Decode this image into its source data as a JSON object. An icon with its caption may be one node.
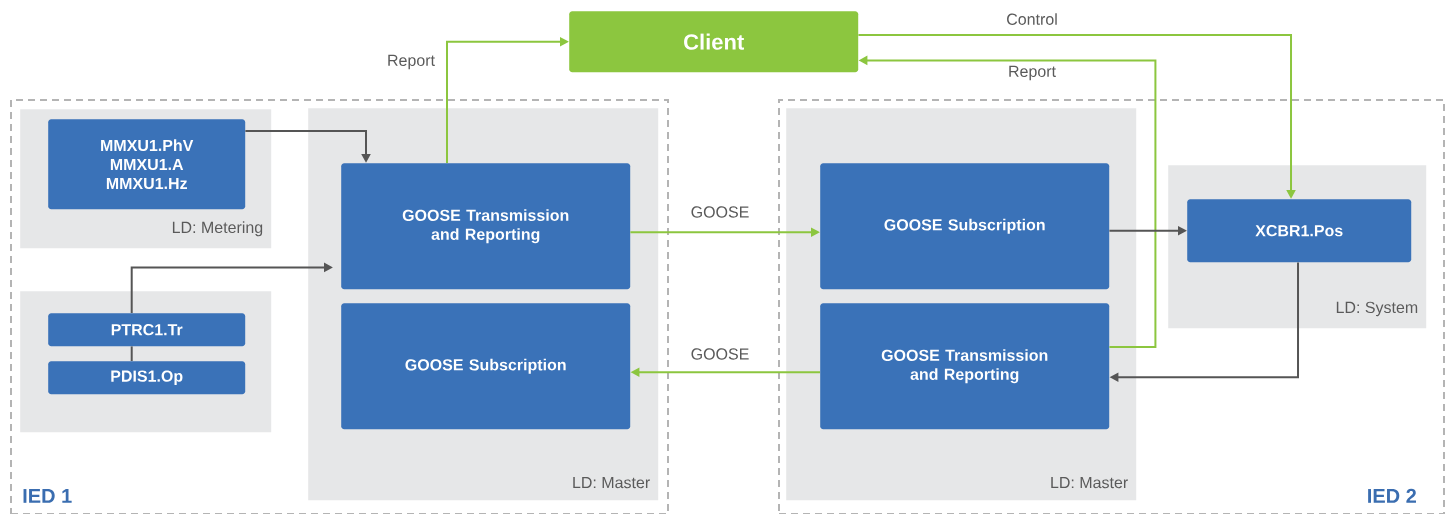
{
  "diagram": {
    "nodes": [
      {
        "text": [
          "Client"
        ]
      },
      {
        "text": [
          "IED 1"
        ]
      },
      {
        "text": [
          "LD: Metering"
        ],
        "in": 1
      },
      {
        "text": [
          "MMXU1.PhV MMXU1.A MMXU1.Hz"
        ],
        "in": 2
      },
      {
        "text": [],
        "shape": "box",
        "in": 1
      },
      {
        "text": [
          "PTRC1.Tr"
        ],
        "in": 4
      },
      {
        "text": [
          "PDIS1.Op"
        ],
        "in": 4
      },
      {
        "text": [
          "LD: Master"
        ],
        "in": 1
      },
      {
        "text": [
          "GOOSE Transmission and Reporting"
        ],
        "in": 7
      },
      {
        "text": [
          "GOOSE Subscription"
        ],
        "in": 7
      },
      {
        "text": [
          "IED 2"
        ]
      },
      {
        "text": [
          "LD: Master"
        ],
        "in": 10
      },
      {
        "text": [
          "GOOSE Subscription"
        ],
        "in": 11
      },
      {
        "text": [
          "GOOSE Transmission and Reporting"
        ],
        "in": 11
      },
      {
        "text": [
          "LD: System"
        ],
        "in": 10
      },
      {
        "text": [
          "XCBR1.Pos"
        ],
        "in": 14
      }
    ],
    "edges": [
      {
        "from": 3,
        "to": 8,
        "arrow": "to",
        "color": "#555555"
      },
      {
        "from": 5,
        "to": 8,
        "arrow": "to",
        "color": "#555555"
      },
      {
        "from": 6,
        "to": 5,
        "arrow": "none",
        "color": "#555555"
      },
      {
        "from": 8,
        "to": 0,
        "arrow": "to",
        "label": "Report",
        "color": "#8cc63f"
      },
      {
        "from": 0,
        "to": 15,
        "arrow": "to",
        "label": "Control",
        "color": "#8cc63f"
      },
      {
        "from": 13,
        "to": 0,
        "arrow": "to",
        "label": "Report",
        "color": "#8cc63f"
      },
      {
        "from": 8,
        "to": 12,
        "arrow": "to",
        "label": "GOOSE",
        "color": "#8cc63f"
      },
      {
        "from": 13,
        "to": 9,
        "arrow": "to",
        "label": "GOOSE",
        "color": "#8cc63f"
      },
      {
        "from": 12,
        "to": 15,
        "arrow": "to",
        "color": "#555555"
      },
      {
        "from": 15,
        "to": 13,
        "arrow": "to",
        "color": "#555555"
      }
    ]
  }
}
